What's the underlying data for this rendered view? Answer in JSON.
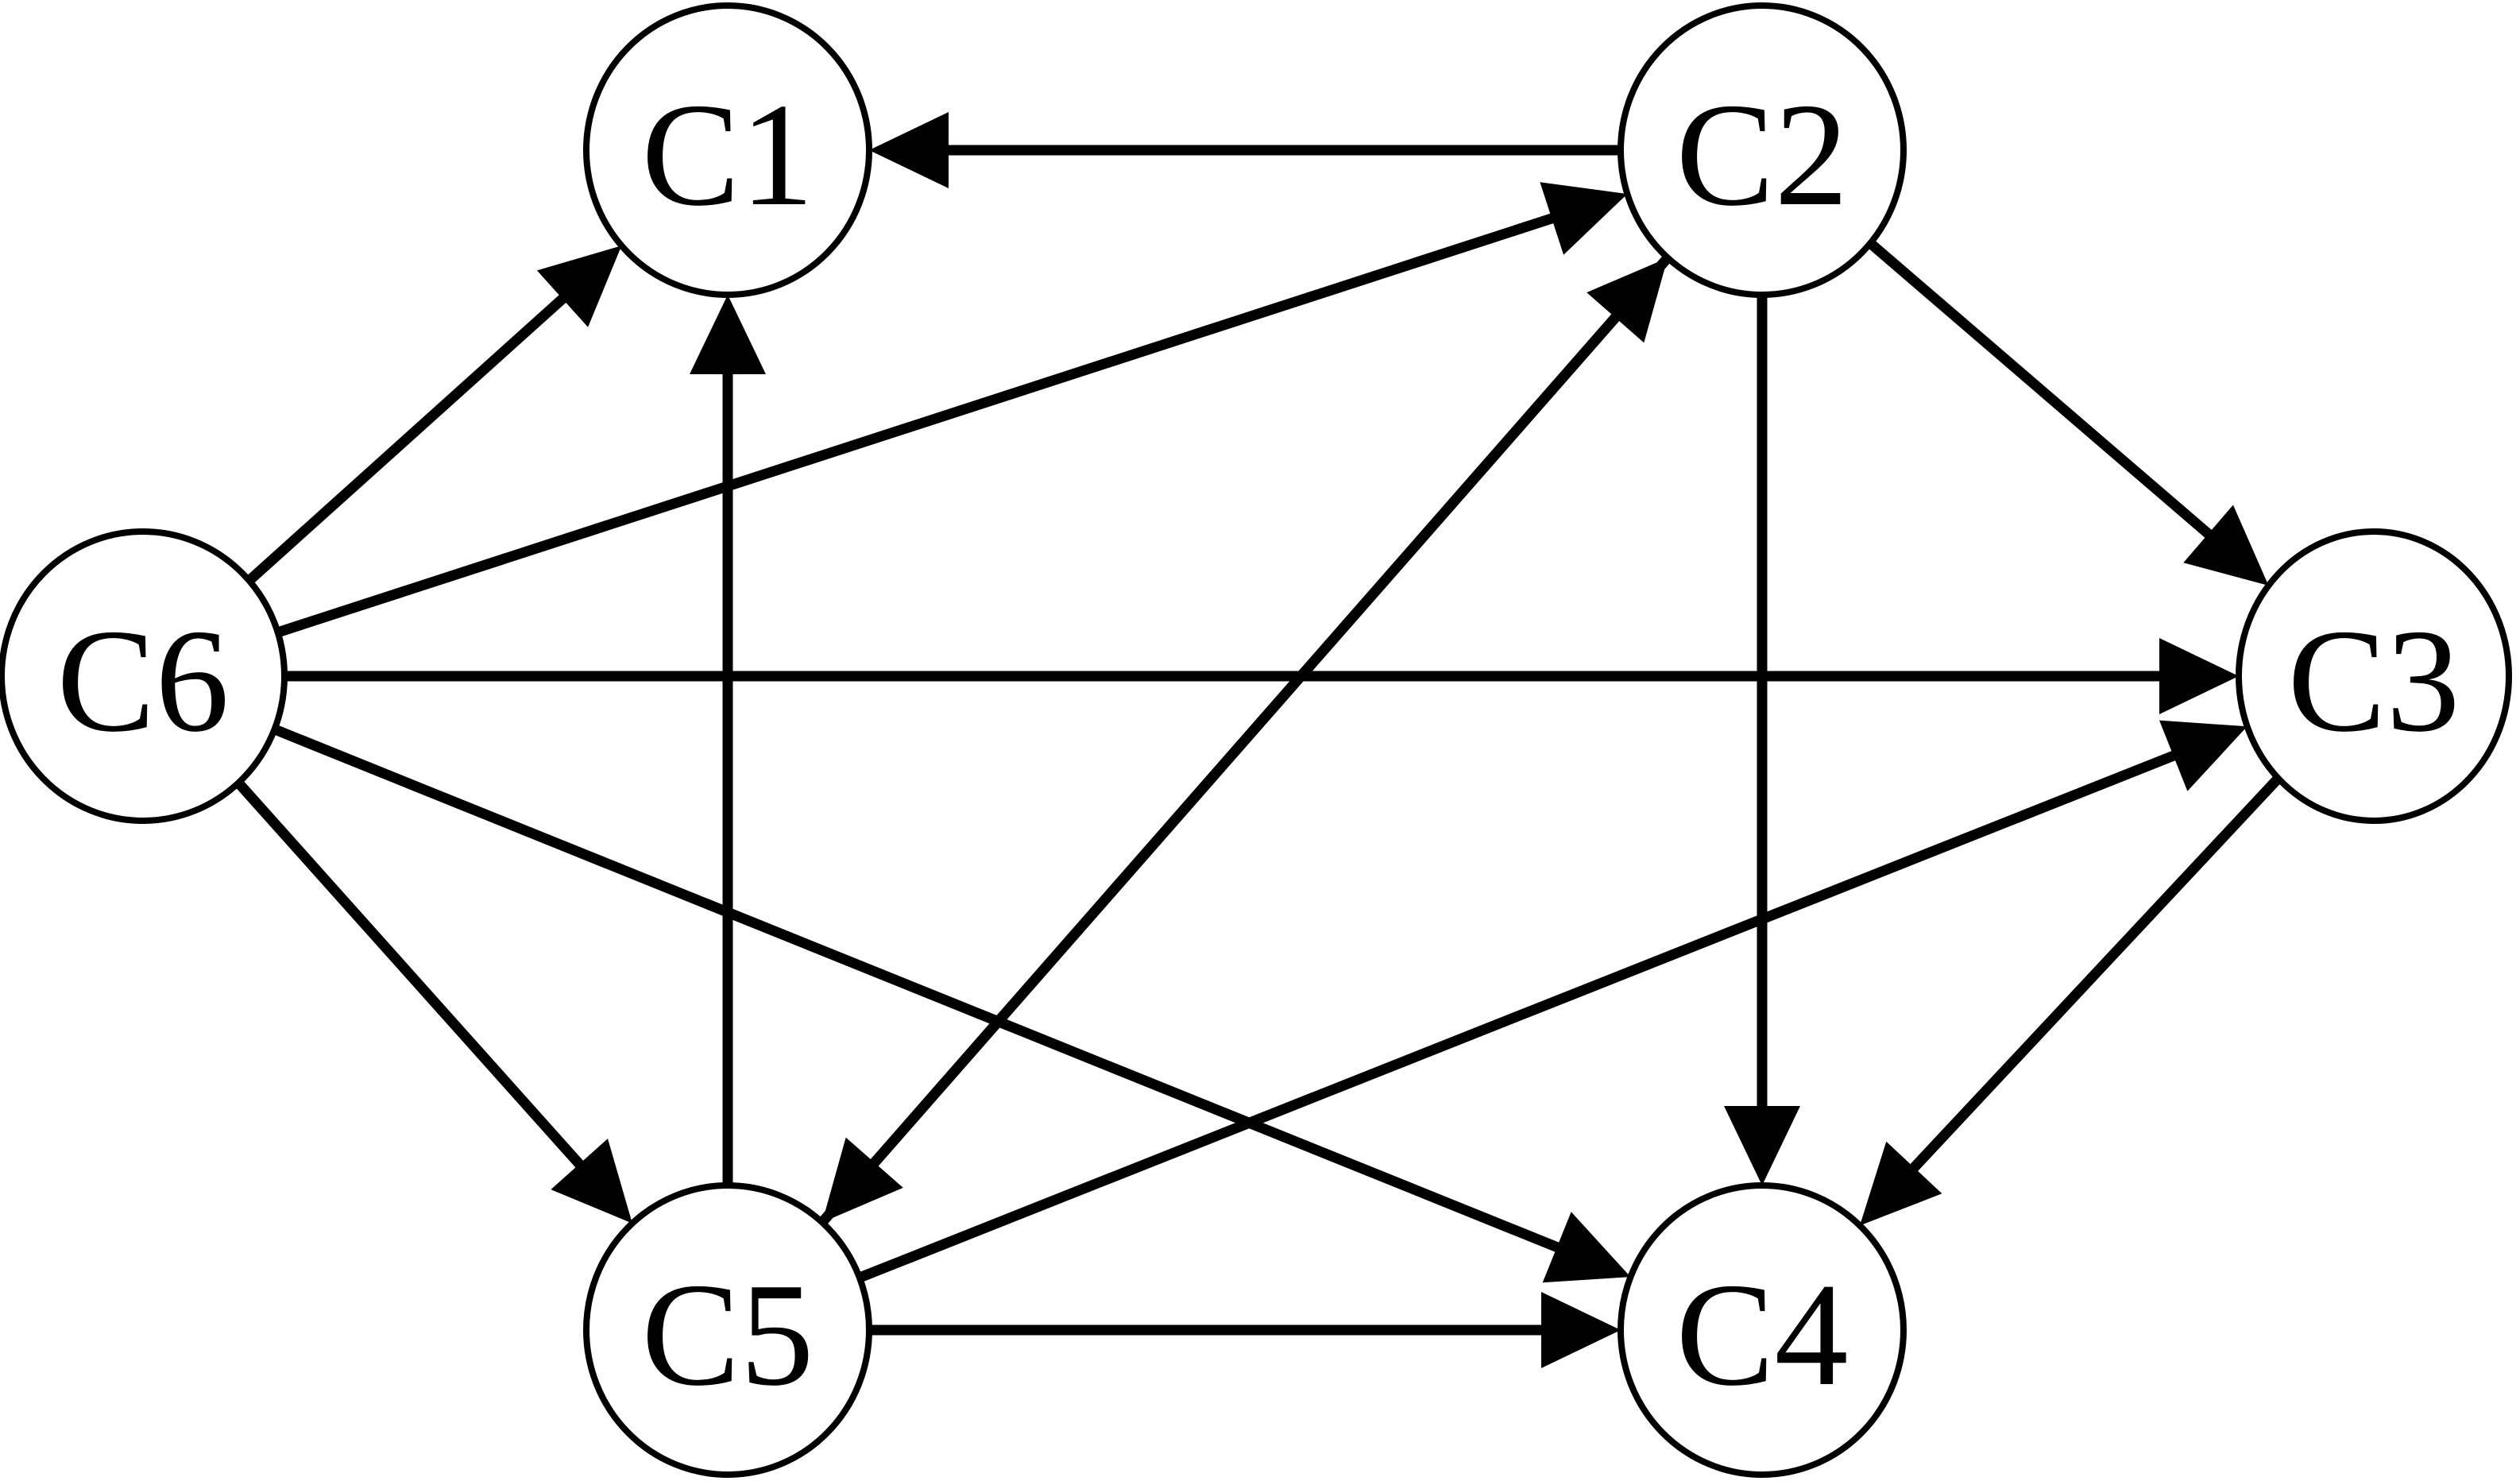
{
  "graph": {
    "nodes": [
      {
        "id": "C1",
        "label": "C1"
      },
      {
        "id": "C2",
        "label": "C2"
      },
      {
        "id": "C3",
        "label": "C3"
      },
      {
        "id": "C4",
        "label": "C4"
      },
      {
        "id": "C5",
        "label": "C5"
      },
      {
        "id": "C6",
        "label": "C6"
      }
    ],
    "edges": [
      {
        "from": "C2",
        "to": "C1"
      },
      {
        "from": "C6",
        "to": "C1"
      },
      {
        "from": "C5",
        "to": "C1"
      },
      {
        "from": "C6",
        "to": "C2"
      },
      {
        "from": "C5",
        "to": "C2"
      },
      {
        "from": "C2",
        "to": "C5"
      },
      {
        "from": "C2",
        "to": "C3"
      },
      {
        "from": "C2",
        "to": "C4"
      },
      {
        "from": "C6",
        "to": "C3"
      },
      {
        "from": "C5",
        "to": "C3"
      },
      {
        "from": "C6",
        "to": "C4"
      },
      {
        "from": "C3",
        "to": "C4"
      },
      {
        "from": "C5",
        "to": "C4"
      },
      {
        "from": "C6",
        "to": "C5"
      }
    ],
    "colors": {
      "stroke": "#000000",
      "fill": "#ffffff"
    }
  }
}
